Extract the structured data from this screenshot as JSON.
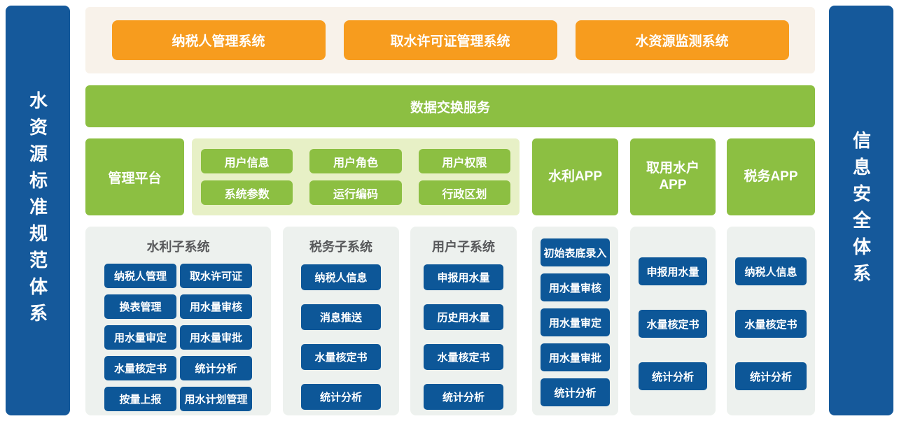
{
  "rails": {
    "left_label": "水资源标准规范体系",
    "right_label": "信息安全体系"
  },
  "top_systems": {
    "items": [
      "纳税人管理系统",
      "取水许可证管理系统",
      "水资源监测系统"
    ]
  },
  "exchange_bar": {
    "label": "数据交换服务"
  },
  "platform": {
    "management_label": "管理平台",
    "modules": [
      "用户信息",
      "用户角色",
      "用户权限",
      "系统参数",
      "运行编码",
      "行政区划"
    ],
    "apps": [
      {
        "lines": [
          "水利APP"
        ]
      },
      {
        "lines": [
          "取用水户",
          "APP"
        ]
      },
      {
        "lines": [
          "税务APP"
        ]
      }
    ]
  },
  "panels": {
    "water_subsystem": {
      "title": "水利子系统",
      "items": [
        "纳税人管理",
        "取水许可证",
        "换表管理",
        "用水量审核",
        "用水量审定",
        "用水量审批",
        "水量核定书",
        "统计分析",
        "按量上报",
        "用水计划管理"
      ]
    },
    "tax_subsystem": {
      "title": "税务子系统",
      "items": [
        "纳税人信息",
        "消息推送",
        "水量核定书",
        "统计分析"
      ]
    },
    "user_subsystem": {
      "title": "用户子系统",
      "items": [
        "申报用水量",
        "历史用水量",
        "水量核定书",
        "统计分析"
      ]
    },
    "water_app_features": {
      "items": [
        "初始表底录入",
        "用水量审核",
        "用水量审定",
        "用水量审批",
        "统计分析"
      ]
    },
    "wateruser_app_features": {
      "items": [
        "申报用水量",
        "水量核定书",
        "统计分析"
      ]
    },
    "tax_app_features": {
      "items": [
        "纳税人信息",
        "水量核定书",
        "统计分析"
      ]
    }
  },
  "colors": {
    "rail_blue": "#15599B",
    "feature_blue": "#0D5798",
    "orange": "#F79C1E",
    "green": "#8CBF42",
    "light_green": "#E7F0C6",
    "beige": "#F8F2EA",
    "panel_gray": "#EDF1EE",
    "title_gray": "#58595B"
  }
}
